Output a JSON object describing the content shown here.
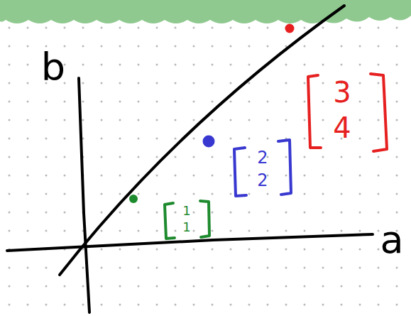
{
  "diagram": {
    "labels": [
      "b",
      "a",
      "1",
      "1",
      "2",
      "2",
      "3",
      "4"
    ]
  }
}
